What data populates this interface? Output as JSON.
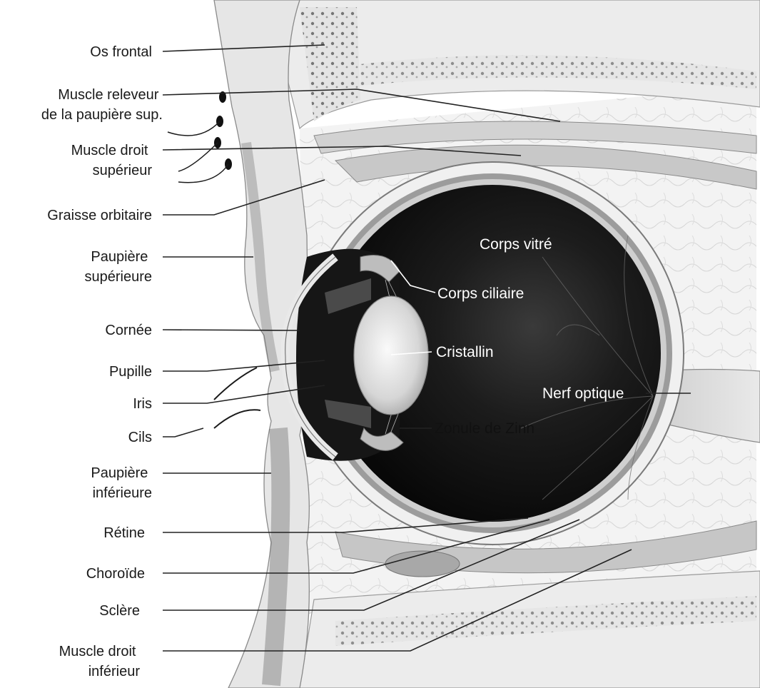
{
  "labels_left": [
    {
      "id": "os-frontal",
      "lines": [
        "Os frontal"
      ]
    },
    {
      "id": "releveur",
      "lines": [
        "Muscle releveur",
        "de la paupière sup."
      ]
    },
    {
      "id": "droit-sup",
      "lines": [
        "Muscle droit",
        "supérieur"
      ]
    },
    {
      "id": "graisse",
      "lines": [
        "Graisse orbitaire"
      ]
    },
    {
      "id": "paup-sup",
      "lines": [
        "Paupière",
        "supérieure"
      ]
    },
    {
      "id": "cornee",
      "lines": [
        "Cornée"
      ]
    },
    {
      "id": "pupille",
      "lines": [
        "Pupille"
      ]
    },
    {
      "id": "iris",
      "lines": [
        "Iris"
      ]
    },
    {
      "id": "cils",
      "lines": [
        "Cils"
      ]
    },
    {
      "id": "paup-inf",
      "lines": [
        "Paupière",
        "inférieure"
      ]
    },
    {
      "id": "retine",
      "lines": [
        "Rétine"
      ]
    },
    {
      "id": "choroide",
      "lines": [
        "Choroïde"
      ]
    },
    {
      "id": "sclere",
      "lines": [
        "Sclère"
      ]
    },
    {
      "id": "droit-inf",
      "lines": [
        "Muscle droit",
        "inférieur"
      ]
    }
  ],
  "labels_inner": {
    "corps_vitre": "Corps vitré",
    "corps_ciliaire": "Corps ciliaire",
    "cristallin": "Cristallin",
    "nerf_optique": "Nerf optique",
    "zonule": "Zonule de Zinn"
  },
  "colors": {
    "background": "#ffffff",
    "ink": "#1a1a1a",
    "vitreous_dark": "#151515",
    "tissue_light": "#efefef",
    "bone_grey": "#d8d8d8"
  }
}
